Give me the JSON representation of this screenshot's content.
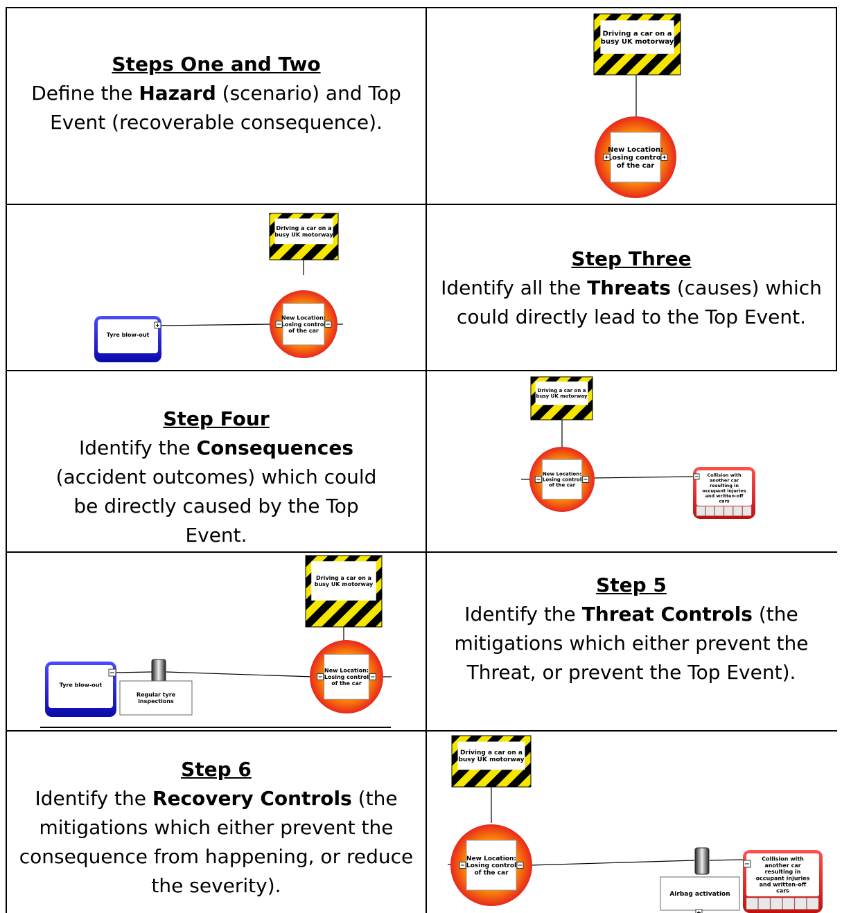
{
  "rows": [
    {
      "heading": "Steps One and Two",
      "parts": [
        {
          "text": "Define the ",
          "bold": false
        },
        {
          "text": "Hazard",
          "bold": true
        },
        {
          "text": " (scenario) and Top Event (recoverable consequence).",
          "bold": false
        }
      ]
    },
    {
      "heading": "Step Three",
      "parts": [
        {
          "text": "Identify all the ",
          "bold": false
        },
        {
          "text": "Threats",
          "bold": true
        },
        {
          "text": " (causes) which could directly lead to the Top Event.",
          "bold": false
        }
      ]
    },
    {
      "heading": "Step Four",
      "parts": [
        {
          "text": "Identify the ",
          "bold": false
        },
        {
          "text": "Consequences",
          "bold": true
        },
        {
          "text": " (accident outcomes) which could be directly caused by the Top Event.",
          "bold": false
        }
      ]
    },
    {
      "heading": "Step 5",
      "parts": [
        {
          "text": "Identify the ",
          "bold": false
        },
        {
          "text": "Threat Controls",
          "bold": true
        },
        {
          "text": " (the mitigations which either prevent the Threat, or prevent the Top Event).",
          "bold": false
        }
      ]
    },
    {
      "heading": "Step 6",
      "parts": [
        {
          "text": "Identify the ",
          "bold": false
        },
        {
          "text": "Recovery Controls",
          "bold": true
        },
        {
          "text": " (the mitigations which either prevent the consequence from happening, or reduce the severity).",
          "bold": false
        }
      ]
    }
  ],
  "diagram": {
    "hazard": [
      "Driving a car on a",
      "busy UK motorway"
    ],
    "top_event": [
      "New Location:",
      "Losing control",
      "of the car"
    ],
    "threat": "Tyre blow-out",
    "threat_control": [
      "Regular tyre",
      "inspections"
    ],
    "consequence": [
      "Collision with",
      "another car",
      "resulting in",
      "occupant injuries",
      "and written-off",
      "cars"
    ],
    "recovery_control": "Airbag activation",
    "colors": {
      "hazard_yellow": "#f5e600",
      "top_event_red": "#e8281e",
      "top_event_orange": "#ffa000",
      "threat_blue": "#1414c8",
      "consequence_red": "#d81818"
    }
  }
}
